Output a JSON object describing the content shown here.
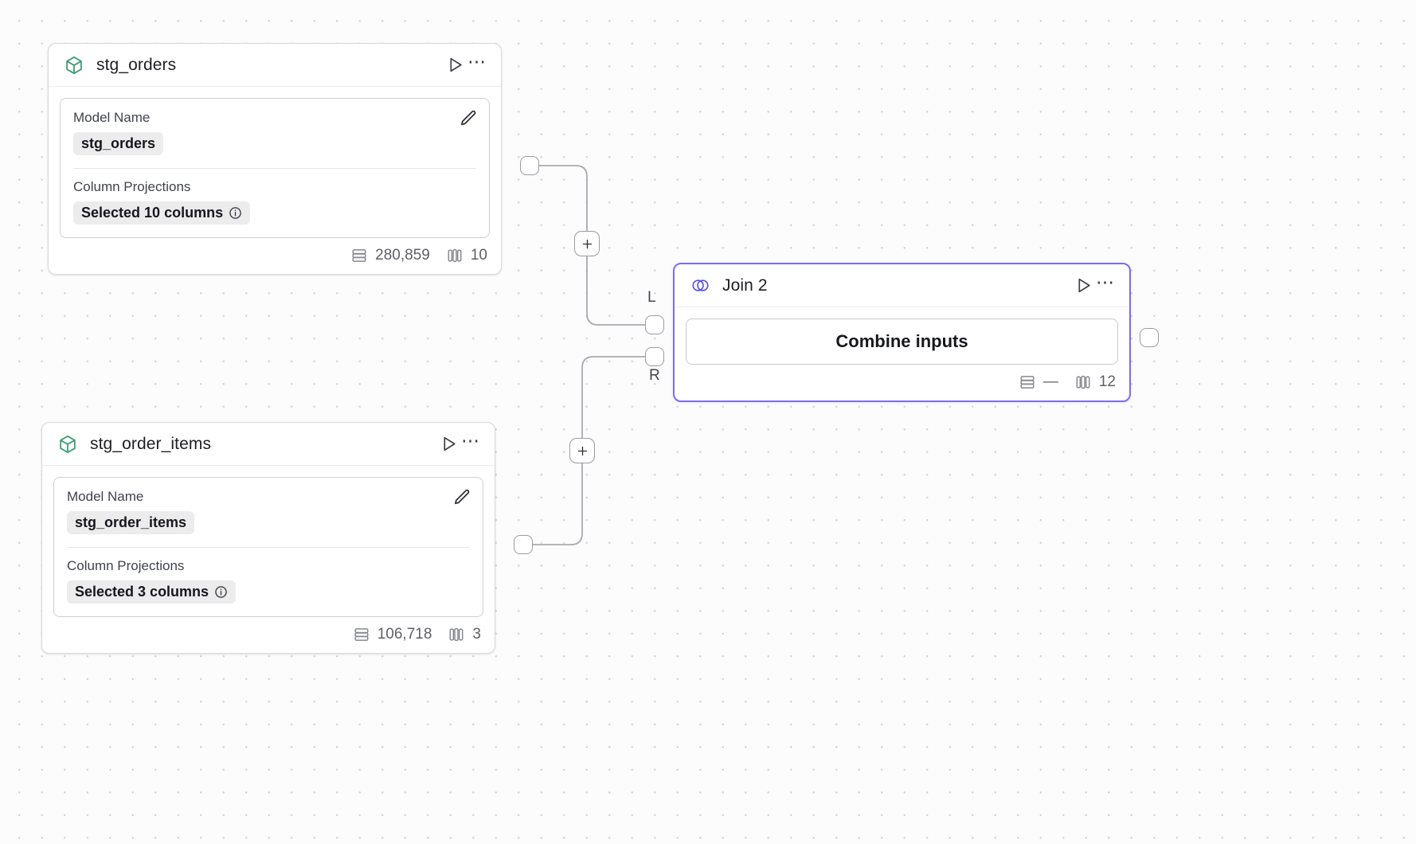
{
  "canvas": {
    "label": "pipeline-canvas",
    "grid": "dotted",
    "background_color": "#fcfcfc",
    "dot_color": "#d4d4d4"
  },
  "nodes": [
    {
      "id": "stg_orders",
      "type": "model",
      "title": "stg_orders",
      "icon": "cube-icon",
      "icon_color": "#3f9e76",
      "run_label": "Run",
      "menu_label": "More options",
      "fields": [
        {
          "label": "Model Name",
          "value": "stg_orders",
          "has_info": false
        },
        {
          "label": "Column Projections",
          "value": "Selected 10 columns",
          "has_info": true
        }
      ],
      "stats": {
        "rows_icon": "rows-icon",
        "rows": "280,859",
        "columns_icon": "columns-icon",
        "columns": "10"
      },
      "selected": false
    },
    {
      "id": "stg_order_items",
      "type": "model",
      "title": "stg_order_items",
      "icon": "cube-icon",
      "icon_color": "#3f9e76",
      "run_label": "Run",
      "menu_label": "More options",
      "fields": [
        {
          "label": "Model Name",
          "value": "stg_order_items",
          "has_info": false
        },
        {
          "label": "Column Projections",
          "value": "Selected 3 columns",
          "has_info": true
        }
      ],
      "stats": {
        "rows_icon": "rows-icon",
        "rows": "106,718",
        "columns_icon": "columns-icon",
        "columns": "3"
      },
      "selected": false
    },
    {
      "id": "join_2",
      "type": "join",
      "title": "Join 2",
      "icon": "venn-join-icon",
      "icon_color": "#5b4ef0",
      "run_label": "Run",
      "menu_label": "More options",
      "body_label": "Combine inputs",
      "stats": {
        "rows_icon": "rows-icon",
        "rows": "—",
        "columns_icon": "columns-icon",
        "columns": "12"
      },
      "selected": true,
      "accent_color": "#7c6cf6",
      "ports": {
        "left": "L",
        "right": "R"
      }
    }
  ],
  "edges": [
    {
      "from": "stg_orders",
      "to": "join_2.L",
      "add_button": "+"
    },
    {
      "from": "stg_order_items",
      "to": "join_2.R",
      "add_button": "+"
    }
  ],
  "colors": {
    "model_accent": "#3f9e76",
    "join_accent": "#5b4ef0",
    "selection": "#7c6cf6",
    "edge": "#a9a9b0",
    "chip_bg": "#ececed"
  }
}
